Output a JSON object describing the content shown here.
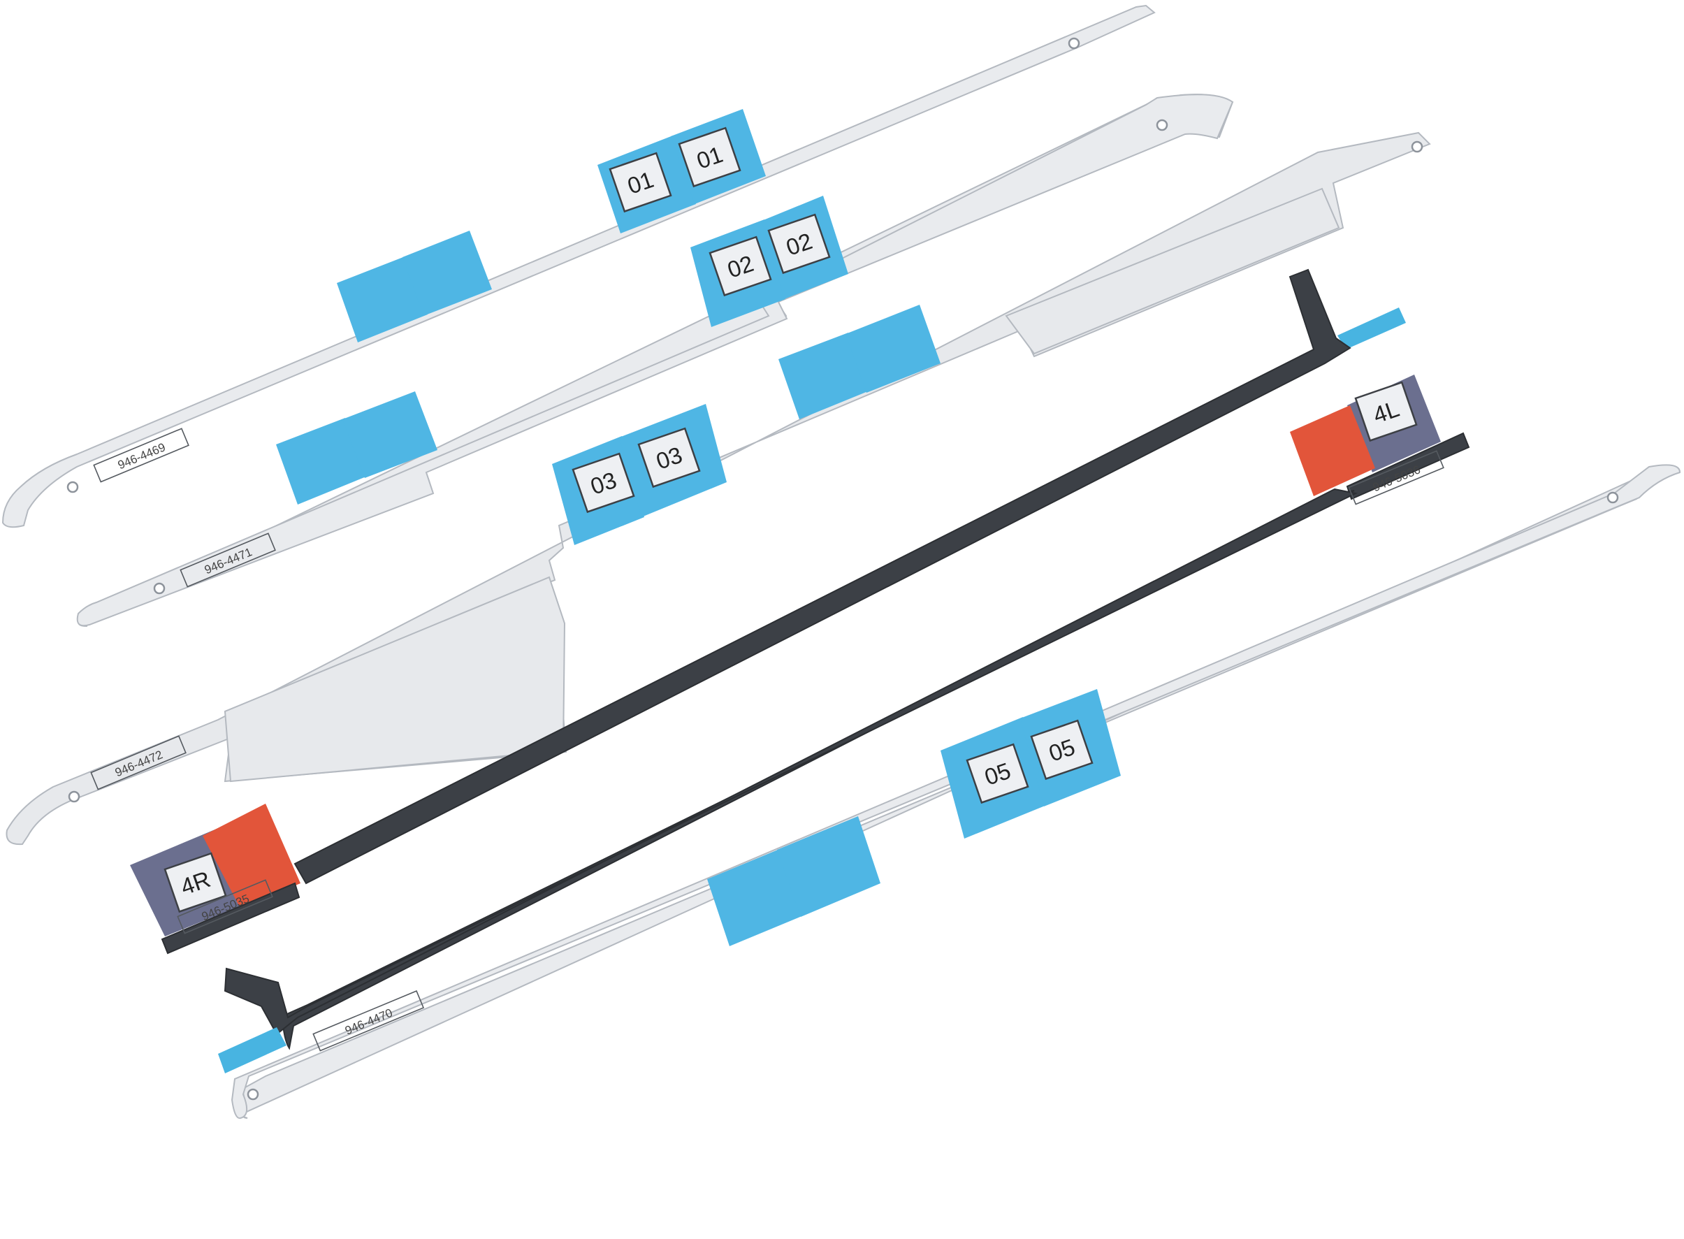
{
  "photo": {
    "subject": "adhesive strips",
    "colors": {
      "background": "#ffffff",
      "liner": "#e9ebee",
      "pull_tab": "#4fb6e4",
      "foam_strip": "#3c4046",
      "red_tab": "#e2553a"
    }
  },
  "strip_01": {
    "tab_left": "01",
    "tab_right": "01",
    "part": "946-4469"
  },
  "strip_02": {
    "tab_left": "02",
    "tab_right": "02",
    "part": "946-4471"
  },
  "strip_03": {
    "tab_left": "03",
    "tab_right": "03",
    "part": "946-4472"
  },
  "strip_4R": {
    "tab": "4R",
    "part": "946-5035"
  },
  "strip_4L": {
    "tab": "4L",
    "part": "946-5036"
  },
  "strip_05": {
    "tab_left": "05",
    "tab_right": "05",
    "part": "946-4470"
  }
}
